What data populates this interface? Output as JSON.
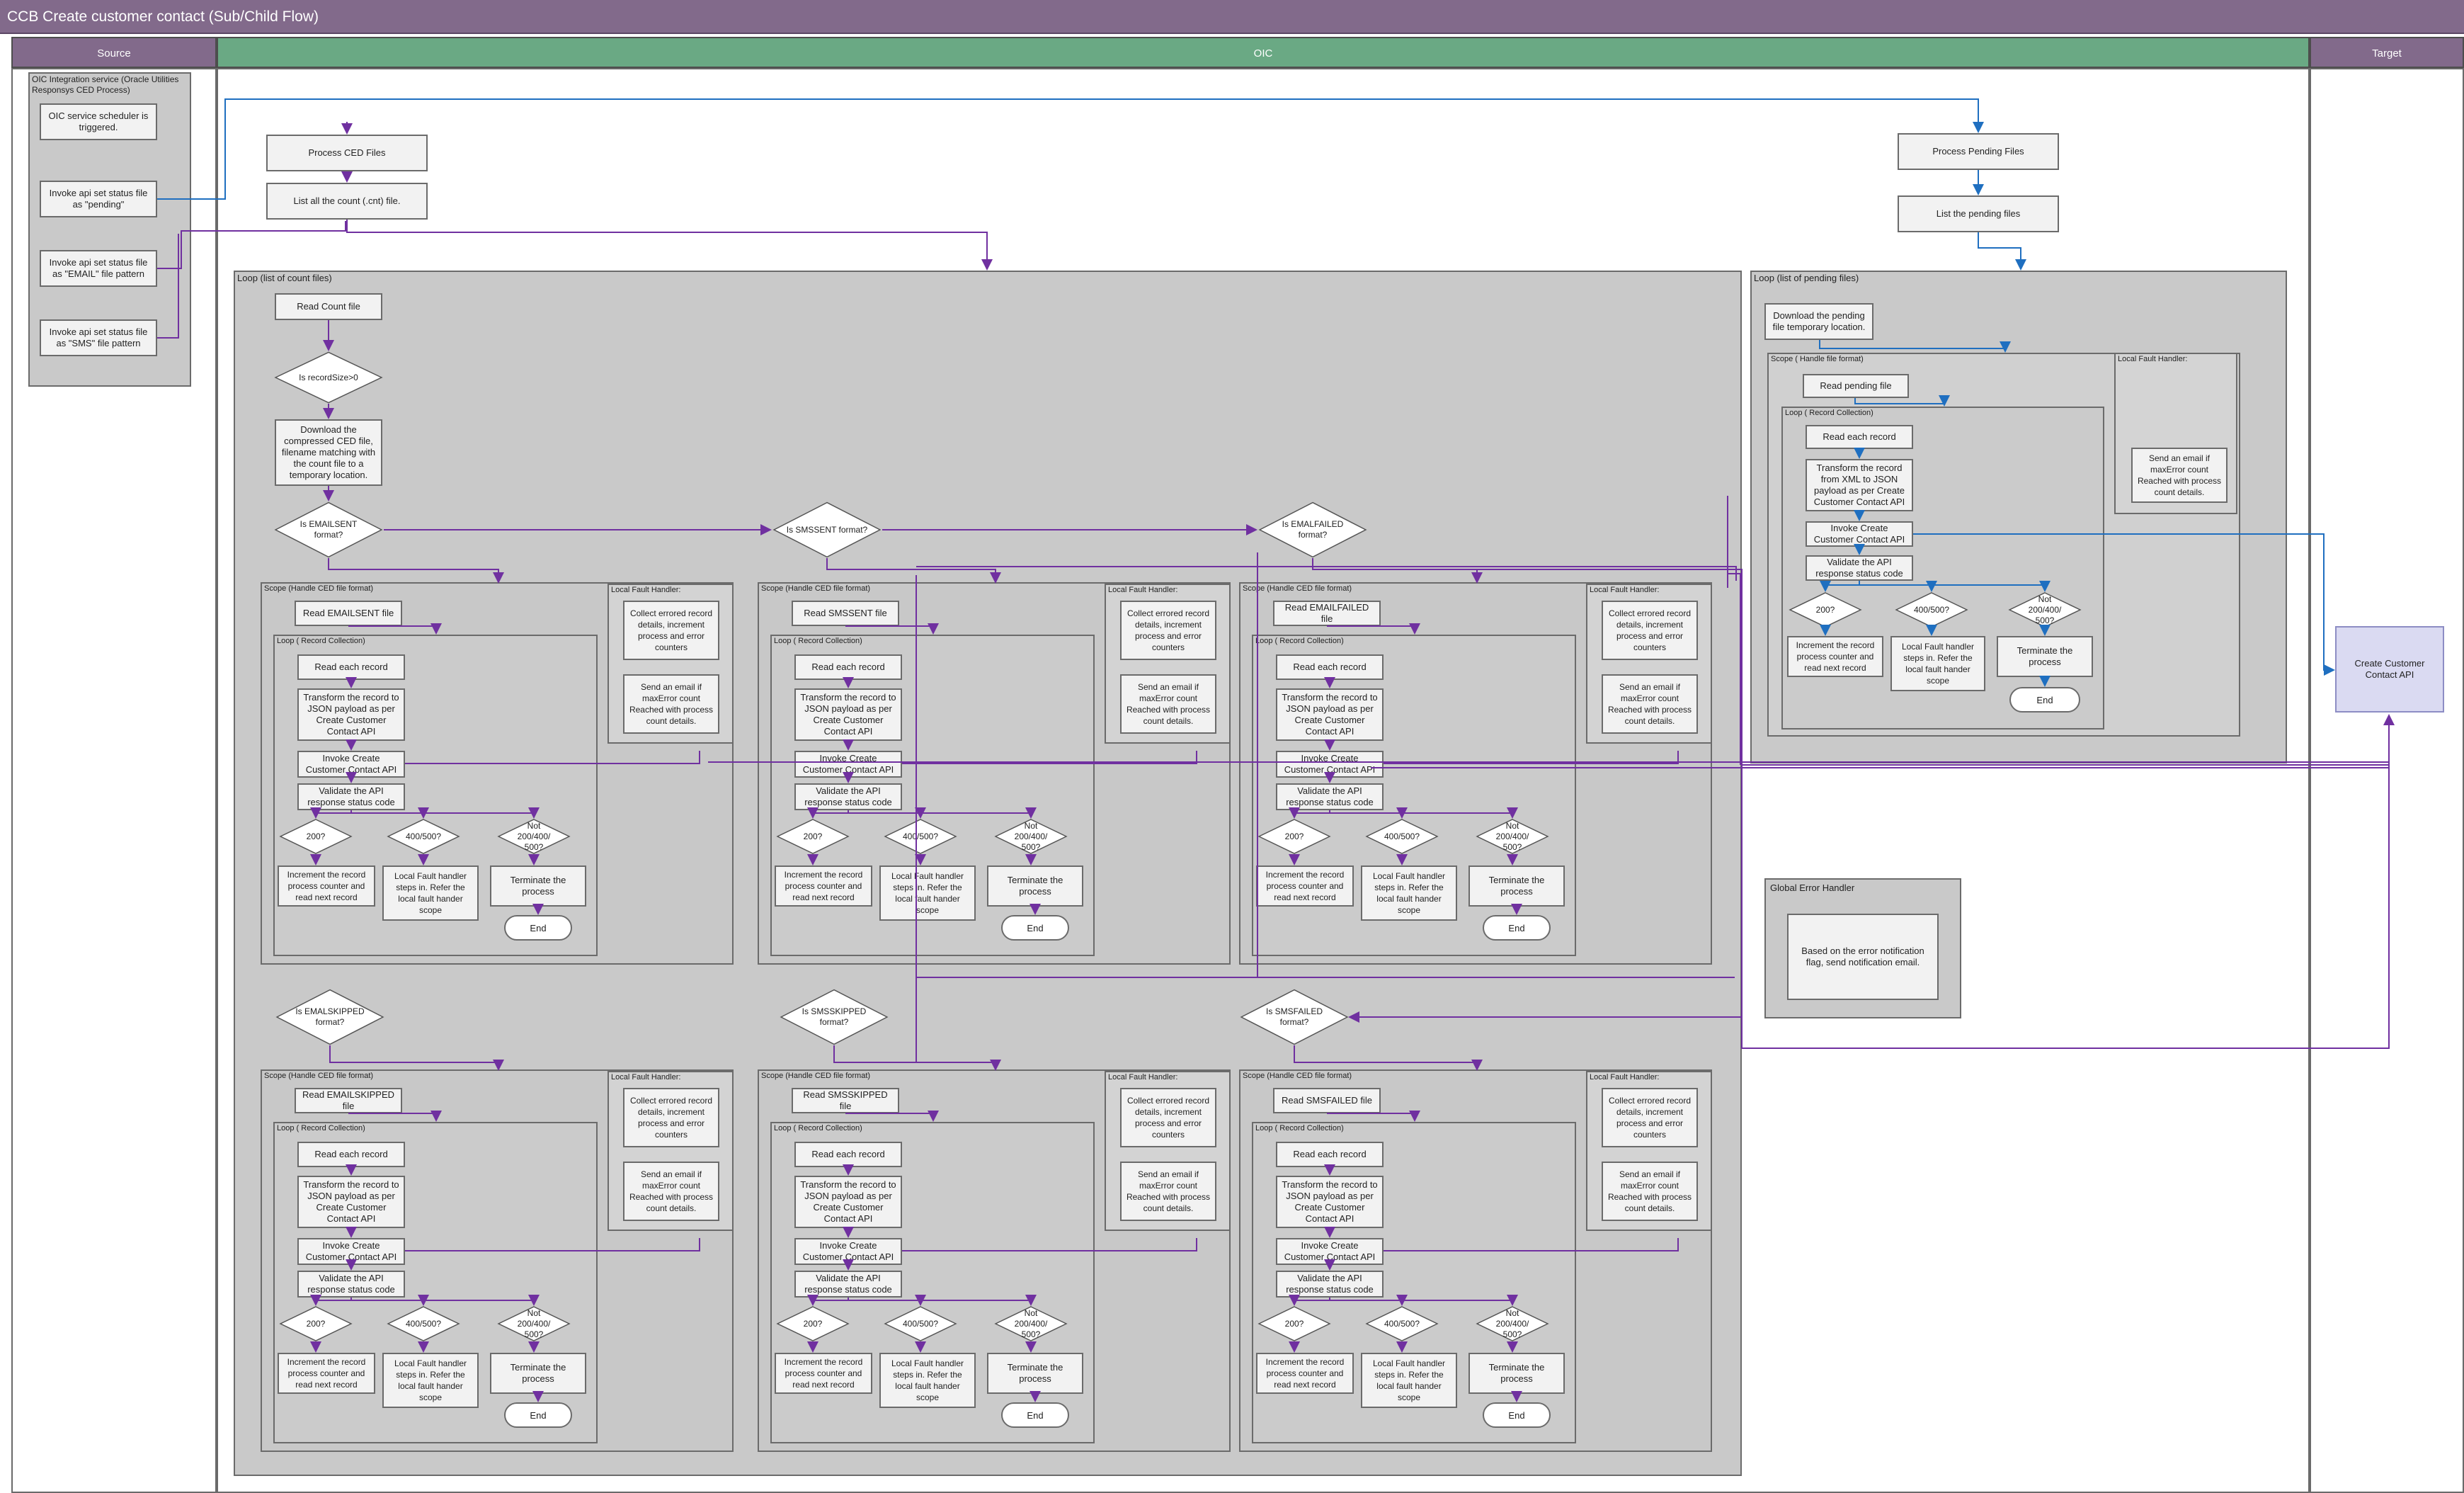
{
  "title": "CCB Create customer contact (Sub/Child Flow)",
  "lanes": {
    "source": "Source",
    "oic": "OIC",
    "target": "Target"
  },
  "colors": {
    "title_bar": "#826a8b",
    "lane_source": "#826a8b",
    "lane_oic": "#6aa984",
    "lane_target": "#826a8b",
    "purple_connector": "#7030a0",
    "blue_connector": "#1f6fc0"
  },
  "source": {
    "container": "OIC Integration service (Oracle Utilities Responsys CED Process)",
    "steps": [
      "OIC service scheduler is triggered.",
      "Invoke api set status file as \"pending\"",
      "Invoke api set status file as \"EMAIL\" file pattern",
      "Invoke api set status file as \"SMS\" file pattern"
    ]
  },
  "oic_top": {
    "process_ced": "Process CED Files",
    "list_count": "List all the count (.cnt) file.",
    "process_pending": "Process Pending Files",
    "list_pending": "List the pending files"
  },
  "count_loop": {
    "label": "Loop (list of count files)",
    "read_count": "Read Count file",
    "is_record_size": "Is recordSize>0",
    "download": "Download the compressed CED file, filename matching with the count file to a temporary location.",
    "decisions": [
      "Is EMAILSENT format?",
      "Is SMSSENT format?",
      "Is EMALFAILED format?",
      "Is EMALSKIPPED format?",
      "Is SMSSKIPPED format?",
      "Is SMSFAILED format?"
    ]
  },
  "scope_common": {
    "scope_label": "Scope (Handle CED file format)",
    "loop_label": "Loop ( Record Collection)",
    "read_each": "Read each record",
    "transform": "Transform the record to JSON payload as per Create Customer Contact API",
    "invoke": "Invoke Create Customer Contact API",
    "validate": "Validate the API response status code",
    "d200": "200?",
    "d400": "400/500?",
    "dnot": "Not 200/400/ 500?",
    "increment": "Increment the record process counter and read next record",
    "local_fault_steps": "Local Fault handler steps in. Refer the local fault hander scope",
    "terminate": "Terminate the process",
    "end": "End",
    "lfh_label": "Local Fault Handler:",
    "lfh_collect": "Collect errored record details, increment process and error counters",
    "lfh_email": "Send an email if maxError count Reached with process count details."
  },
  "scopes": [
    {
      "read": "Read EMAILSENT file"
    },
    {
      "read": "Read SMSSENT file"
    },
    {
      "read": "Read EMAILFAILED file"
    },
    {
      "read": "Read EMAILSKIPPED file"
    },
    {
      "read": "Read SMSSKIPPED file"
    },
    {
      "read": "Read SMSFAILED file"
    }
  ],
  "pending_loop": {
    "label": "Loop (list of pending files)",
    "download": "Download the pending file temporary location.",
    "scope_label": "Scope ( Handle file format)",
    "read_pending": "Read pending file",
    "loop_label": "Loop ( Record Collection)",
    "read_each": "Read each record",
    "transform": "Transform the record from XML to JSON payload as per Create Customer Contact API",
    "invoke": "Invoke Create Customer Contact API",
    "validate": "Validate the API response status code",
    "d200": "200?",
    "d400": "400/500?",
    "dnot": "Not 200/400/ 500?",
    "increment": "Increment the record process counter and read next record",
    "local_fault_steps": "Local Fault handler steps in. Refer the local fault hander scope",
    "terminate": "Terminate the process",
    "end": "End",
    "lfh_label": "Local Fault Handler:",
    "lfh_email": "Send an email if maxError count Reached with process count details."
  },
  "global_error": {
    "label": "Global Error Handler",
    "text": "Based on the error notification flag, send notification email."
  },
  "target": {
    "api": "Create Customer Contact API"
  }
}
